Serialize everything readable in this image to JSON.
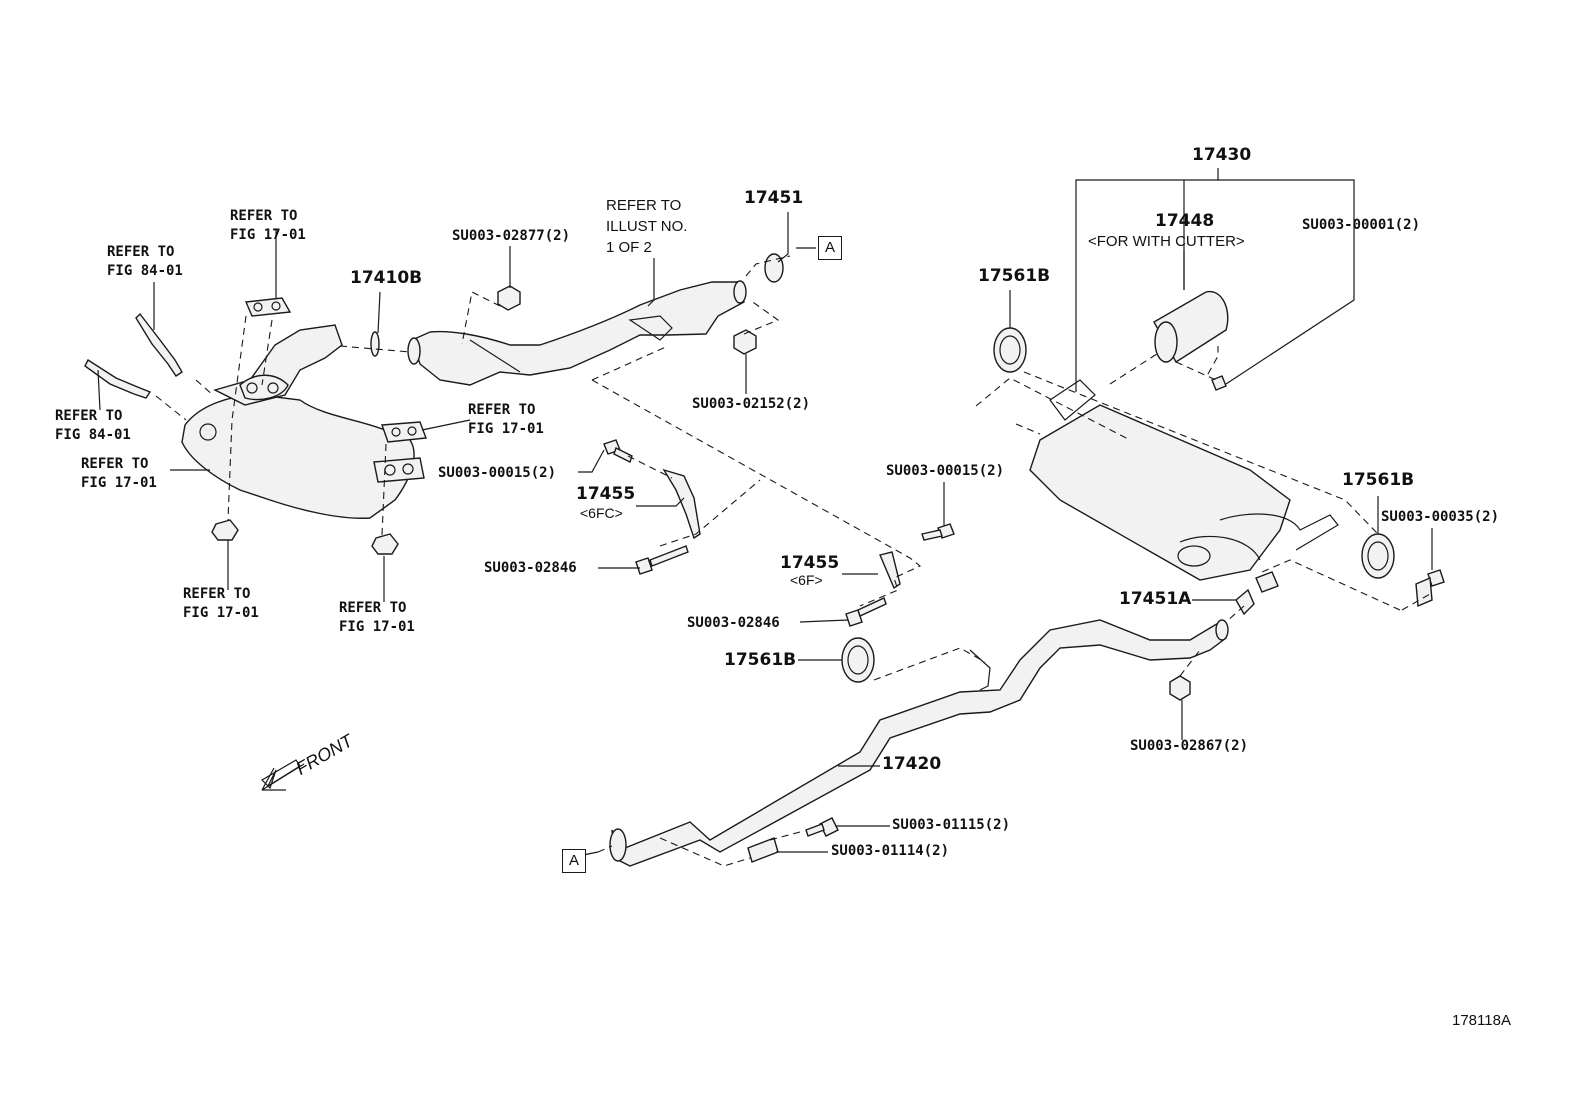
{
  "diagram": {
    "part_numbers": {
      "p17430": "17430",
      "p17448": "17448",
      "p17448_note": "<FOR WITH CUTTER>",
      "p17451": "17451",
      "p17410b": "17410B",
      "p17561b_top": "17561B",
      "p17561b_right": "17561B",
      "p17561b_mid": "17561B",
      "p17455_left": "17455",
      "p17455_left_variant": "<6FC>",
      "p17455_mid": "17455",
      "p17455_mid_variant": "<6F>",
      "p17451a": "17451A",
      "p17420": "17420"
    },
    "codes": {
      "su_02877": "SU003-02877(2)",
      "su_02152": "SU003-02152(2)",
      "su_00001": "SU003-00001(2)",
      "su_00015_left": "SU003-00015(2)",
      "su_02846_left": "SU003-02846",
      "su_00015_mid": "SU003-00015(2)",
      "su_02846_mid": "SU003-02846",
      "su_00035": "SU003-00035(2)",
      "su_02867": "SU003-02867(2)",
      "su_01115": "SU003-01115(2)",
      "su_01114": "SU003-01114(2)"
    },
    "references": {
      "refer_top_left_1": "REFER TO",
      "refer_top_left_2": "FIG 17-01",
      "refer_sensor_top_1": "REFER TO",
      "refer_sensor_top_2": "FIG 84-01",
      "refer_sensor_bot_1": "REFER TO",
      "refer_sensor_bot_2": "FIG 84-01",
      "refer_manifold_1": "REFER TO",
      "refer_manifold_2": "FIG 17-01",
      "refer_right_1": "REFER TO",
      "refer_right_2": "FIG 17-01",
      "refer_nut_left_1": "REFER TO",
      "refer_nut_left_2": "FIG 17-01",
      "refer_nut_right_1": "REFER TO",
      "refer_nut_right_2": "FIG 17-01",
      "refer_illust_1": "REFER TO",
      "refer_illust_2": "ILLUST NO.",
      "refer_illust_3": "1 OF 2"
    },
    "connectors": {
      "a_top": "A",
      "a_bottom": "A"
    },
    "front_label": "FRONT",
    "illustration_id": "178118A"
  }
}
